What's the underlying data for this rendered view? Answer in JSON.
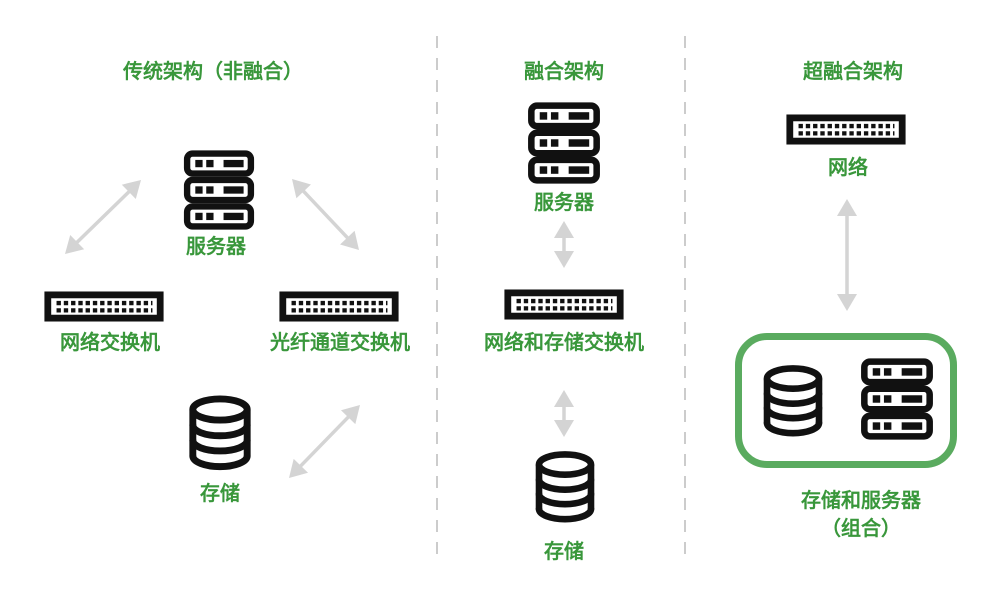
{
  "colors": {
    "background": "#ffffff",
    "text_green": "#39973b",
    "box_green": "#5aab5f",
    "icon_black": "#111111",
    "arrow_gray": "#d4d4d4",
    "divider_gray": "#cccccc"
  },
  "icons": {
    "server": "server-rack-icon",
    "switch": "network-switch-icon",
    "storage": "database-cylinder-icon",
    "arrow": "double-headed-arrow-icon"
  },
  "columns": {
    "traditional": {
      "title": "传统架构（非融合）",
      "server_label": "服务器",
      "network_switch_label": "网络交换机",
      "fc_switch_label": "光纤通道交换机",
      "storage_label": "存储"
    },
    "converged": {
      "title": "融合架构",
      "server_label": "服务器",
      "switch_label": "网络和存储交换机",
      "storage_label": "存储"
    },
    "hyperconverged": {
      "title": "超融合架构",
      "network_label": "网络",
      "combo_label_line1": "存储和服务器",
      "combo_label_line2": "（组合）"
    }
  }
}
